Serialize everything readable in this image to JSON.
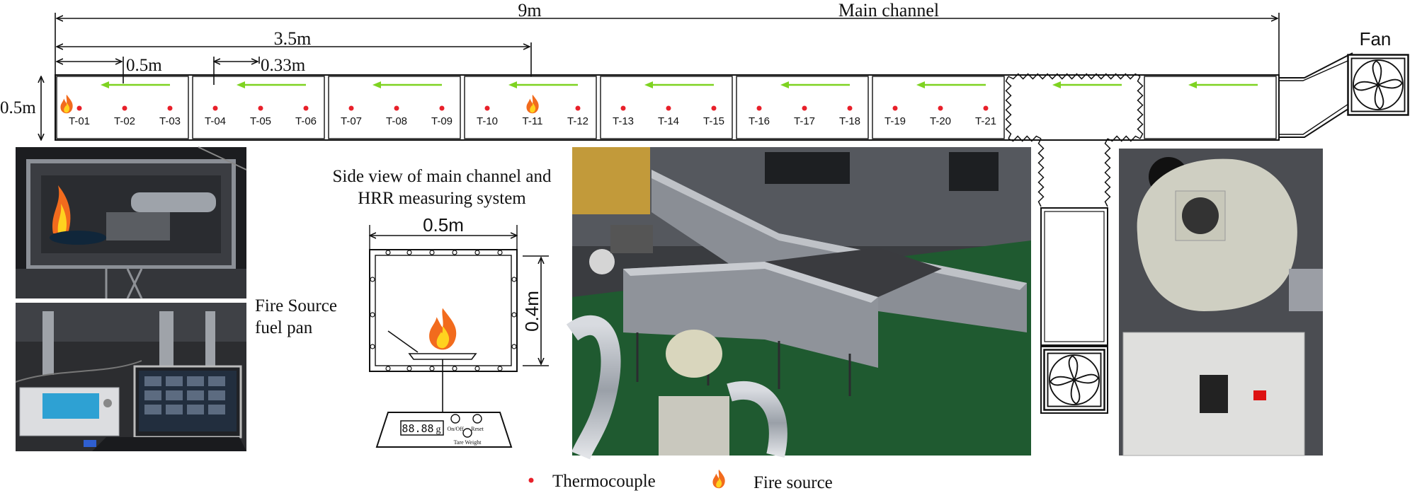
{
  "dimensions": {
    "total_length": "9m",
    "fire_distance": "3.5m",
    "first_spacing": "0.5m",
    "sensor_spacing": "0.33m",
    "channel_height": "0.5m"
  },
  "labels": {
    "main_channel": "Main channel",
    "fan": "Fan",
    "side_view_title_line1": "Side view of main channel and",
    "side_view_title_line2": "HRR measuring system",
    "side_width": "0.5m",
    "side_height": "0.4m",
    "fire_source_line1": "Fire Source",
    "fire_source_line2": "fuel pan",
    "scale_display": "88.88",
    "scale_unit": "g",
    "scale_onoff": "On/Off",
    "scale_reset": "Reset",
    "scale_tare": "Tare Weight"
  },
  "thermocouples": [
    "T-01",
    "T-02",
    "T-03",
    "T-04",
    "T-05",
    "T-06",
    "T-07",
    "T-08",
    "T-09",
    "T-10",
    "T-11",
    "T-12",
    "T-13",
    "T-14",
    "T-15",
    "T-16",
    "T-17",
    "T-18",
    "T-19",
    "T-20",
    "T-21"
  ],
  "fire_positions": [
    "T-01",
    "T-11"
  ],
  "legend": {
    "thermocouple": "Thermocouple",
    "fire_source": "Fire source"
  },
  "colors": {
    "thermocouple_dot": "#e8202a",
    "flow_arrow": "#7ed321",
    "line": "#1a1a1a",
    "flame_outer": "#f26b1d",
    "flame_inner": "#ffd21f"
  }
}
